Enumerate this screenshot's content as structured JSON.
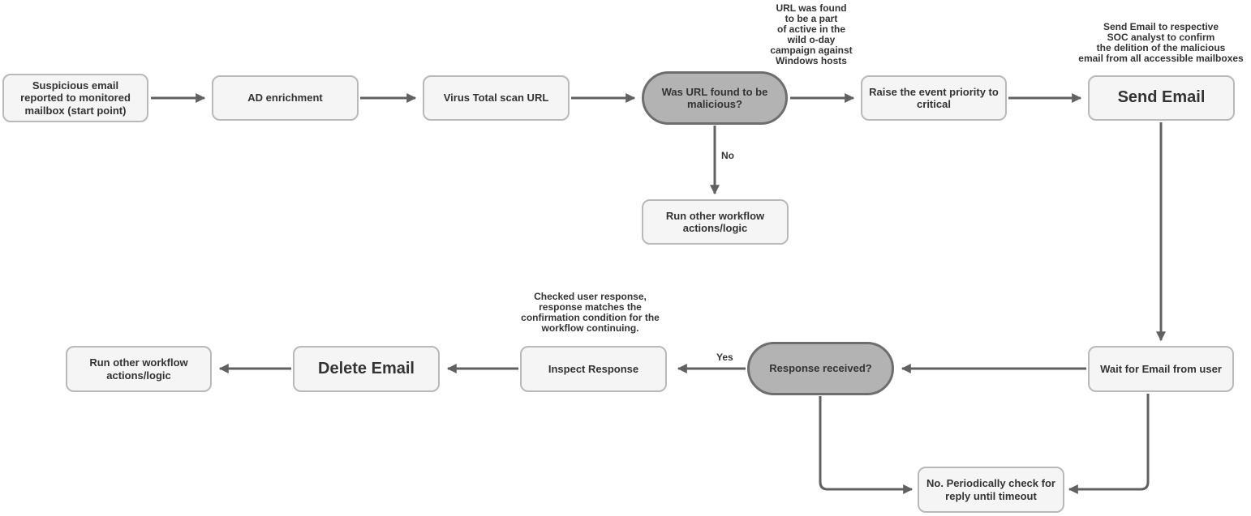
{
  "diagram": {
    "nodes": {
      "start": {
        "label": "Suspicious email\nreported to monitored\nmailbox (start point)"
      },
      "ad_enrichment": {
        "label": "AD enrichment"
      },
      "virus_total_scan": {
        "label": "Virus Total scan URL"
      },
      "url_malicious_decision": {
        "label": "Was URL found to be\nmalicious?"
      },
      "raise_priority": {
        "label": "Raise the event priority to\ncritical"
      },
      "send_email": {
        "label": "Send Email"
      },
      "run_other_workflow_top": {
        "label": "Run other workflow\nactions/logic"
      },
      "wait_for_email": {
        "label": "Wait for Email from user"
      },
      "response_received_decision": {
        "label": "Response received?"
      },
      "inspect_response": {
        "label": "Inspect Response"
      },
      "delete_email": {
        "label": "Delete Email"
      },
      "run_other_workflow_bottom": {
        "label": "Run other workflow\nactions/logic"
      },
      "periodic_check": {
        "label": "No. Periodically check for\nreply until timeout"
      }
    },
    "annotations": {
      "zero_day_campaign": "URL was found\nto be a part\nof active in the\nwild o-day\ncampaign against\nWindows hosts",
      "send_email_note": "Send Email to respective\nSOC analyst to confirm\nthe delition of the malicious\nemail from all accessible mailboxes",
      "inspect_response_note": "Checked user response,\nresponse matches the\nconfirmation condition for the\nworkflow continuing."
    },
    "edge_labels": {
      "no": "No",
      "yes": "Yes"
    },
    "colors": {
      "node_fill": "#f5f5f5",
      "node_border": "#b9b9b9",
      "decision_fill": "#b3b3b3",
      "decision_border": "#6e6e6e",
      "arrow": "#616161",
      "text": "#333333",
      "background": "#ffffff"
    }
  }
}
